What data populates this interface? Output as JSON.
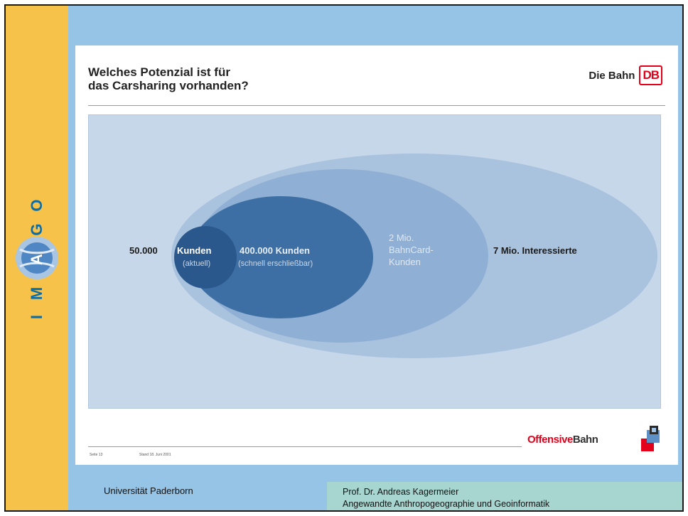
{
  "slide": {
    "title": "Welches Potenzial ist für\ndas Carsharing vorhanden?",
    "brand_text": "Die Bahn",
    "brand_logo": "DB",
    "footer_page": "Seite 13",
    "footer_date": "Stand 18. Juni 2001",
    "offensive_red": "Offensive",
    "offensive_dark": "Bahn"
  },
  "diagram": {
    "ring1": {
      "number": "50.000",
      "title": "Kunden",
      "sub": "(aktuell)"
    },
    "ring2": {
      "title": "400.000 Kunden",
      "sub": "(schnell erschließbar)"
    },
    "ring3": {
      "line1": "2 Mio.",
      "line2": "BahnCard-",
      "line3": "Kunden"
    },
    "ring4": {
      "title": "7 Mio. Interessierte"
    }
  },
  "sidebar": {
    "logo_letters": [
      "I",
      "M",
      "A",
      "G",
      "O"
    ],
    "logo_name": "imago-logo"
  },
  "footer": {
    "university": "Universität Paderborn",
    "author": "Prof. Dr. Andreas Kagermeier",
    "department": "Angewandte Anthropogeographie und Geoinformatik"
  },
  "colors": {
    "side_strip": "#f7c24a",
    "background": "#96c4e6",
    "ellipse_outer": "#a9c2de",
    "ellipse_mid": "#8fb0d4",
    "ellipse_inner": "#3d6fa4",
    "ellipse_core": "#2a578c",
    "db_red": "#e2001a"
  }
}
